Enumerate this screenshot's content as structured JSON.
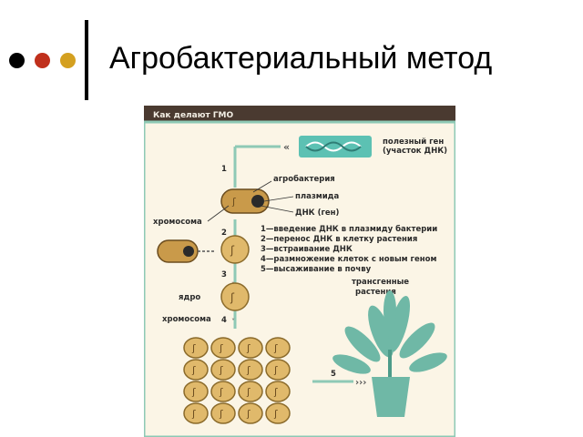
{
  "slide": {
    "title": "Агробактериальный метод",
    "bullet_colors": [
      "#000000",
      "#c0301c",
      "#d4a020"
    ]
  },
  "figure": {
    "header": "Как делают ГМО",
    "gene_label_1": "полезный ген",
    "gene_label_2": "(участок ДНК)",
    "bacterium": "агробактерия",
    "plasmid": "плазмида",
    "dna_gene": "ДНК (ген)",
    "chromosome": "хромосома",
    "nucleus": "ядро",
    "chromosome_2": "хромосома",
    "plants_label_1": "трансгенные",
    "plants_label_2": "растения",
    "steps": [
      "1—введение ДНК в плазмиду бактерии",
      "2—перенос ДНК в клетку растения",
      "3—встраивание ДНК",
      "4—размножение клеток с новым геном",
      "5—высаживание в почву"
    ],
    "step_numbers": [
      "1",
      "2",
      "3",
      "4",
      "5"
    ],
    "colors": {
      "header_bg": "#4a3a30",
      "frame": "#8ec9b5",
      "cell": "#c99a4a",
      "cell_light": "#e0b96b",
      "dna": "#5cc1b3",
      "plant": "#6fb8a6"
    }
  }
}
